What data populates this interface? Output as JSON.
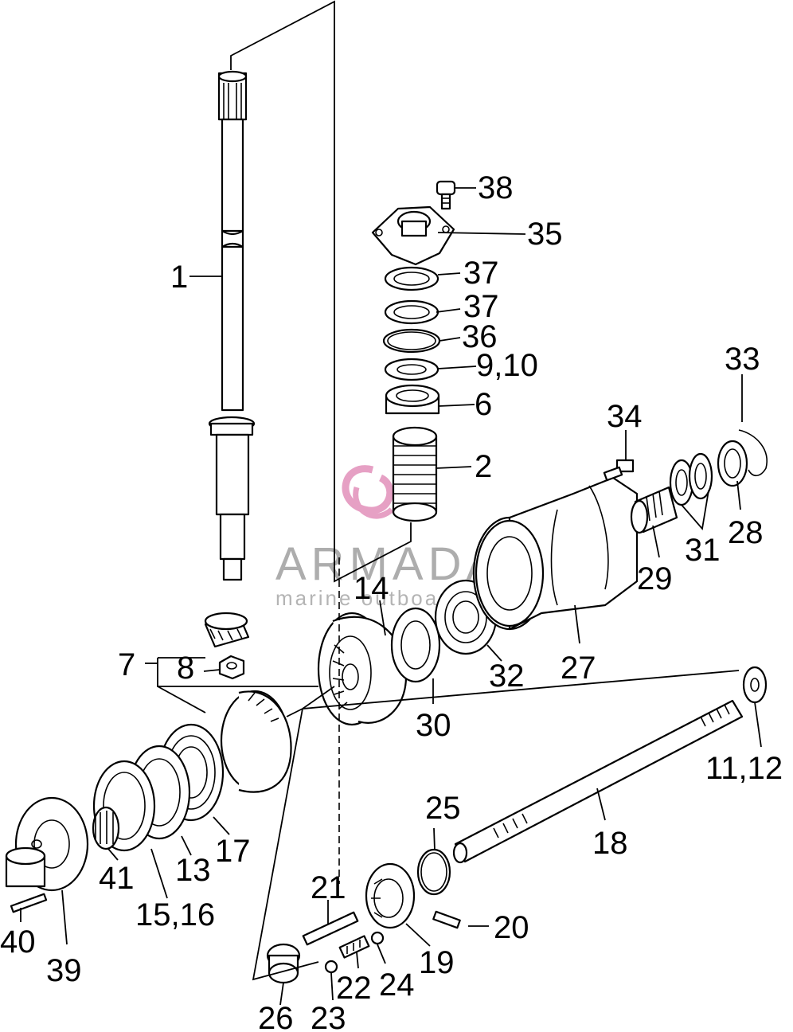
{
  "watermark": {
    "brand": "ARMADA",
    "tagline": "marine outboards",
    "accent_color": "#e6a0c4"
  },
  "labels": {
    "l1": "1",
    "l2": "2",
    "l6": "6",
    "l7": "7",
    "l8": "8",
    "l9_10": "9,10",
    "l11_12": "11,12",
    "l13": "13",
    "l14": "14",
    "l15_16": "15,16",
    "l17": "17",
    "l18": "18",
    "l19": "19",
    "l20": "20",
    "l21": "21",
    "l22": "22",
    "l23": "23",
    "l24": "24",
    "l25": "25",
    "l26": "26",
    "l27": "27",
    "l28": "28",
    "l29": "29",
    "l30": "30",
    "l31": "31",
    "l32": "32",
    "l33": "33",
    "l34": "34",
    "l35": "35",
    "l36": "36",
    "l37a": "37",
    "l37b": "37",
    "l38": "38",
    "l39": "39",
    "l40": "40",
    "l41": "41"
  }
}
